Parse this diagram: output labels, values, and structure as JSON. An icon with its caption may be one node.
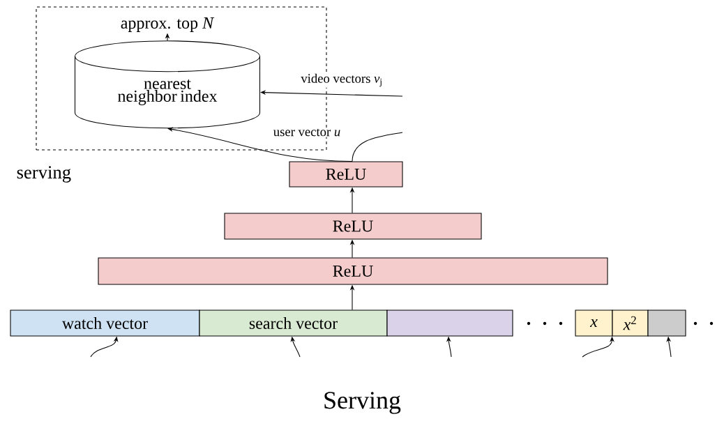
{
  "diagram": {
    "caption": "Serving",
    "nodes": [
      {
        "text": [
          "serving"
        ]
      },
      {
        "text": [
          "nearest neighbor index"
        ],
        "in": 0
      },
      {
        "text": [
          "approx. top *N*"
        ],
        "in": 0
      },
      {
        "text": [
          "ReLU"
        ]
      },
      {
        "text": [
          "ReLU"
        ]
      },
      {
        "text": [
          "ReLU"
        ]
      },
      {
        "text": [
          "watch vector"
        ]
      },
      {
        "text": [
          "search vector"
        ]
      },
      {
        "text": [],
        "shape": "box"
      },
      {
        "text": [
          "*x*"
        ]
      },
      {
        "text": [
          "*x*$^{2}$"
        ]
      },
      {
        "text": [],
        "shape": "box"
      }
    ],
    "edges": [
      {
        "from": 1,
        "to": 2,
        "arrow": "to"
      },
      {
        "from": null,
        "to": 1,
        "arrow": "to",
        "label": "video vectors *v*$_{j}$"
      },
      {
        "from": 3,
        "to": 1,
        "arrow": "to",
        "label": "user vector *u*"
      },
      {
        "from": 3,
        "to": null,
        "arrow": "none"
      },
      {
        "from": 4,
        "to": 3,
        "arrow": "to"
      },
      {
        "from": 5,
        "to": 4,
        "arrow": "to"
      },
      {
        "from": 7,
        "to": 5,
        "arrow": "to"
      },
      {
        "from": null,
        "to": 6,
        "arrow": "to"
      },
      {
        "from": null,
        "to": 7,
        "arrow": "to"
      },
      {
        "from": null,
        "to": 8,
        "arrow": "to"
      },
      {
        "from": null,
        "to": 10,
        "arrow": "to"
      },
      {
        "from": null,
        "to": 11,
        "arrow": "to"
      }
    ]
  }
}
